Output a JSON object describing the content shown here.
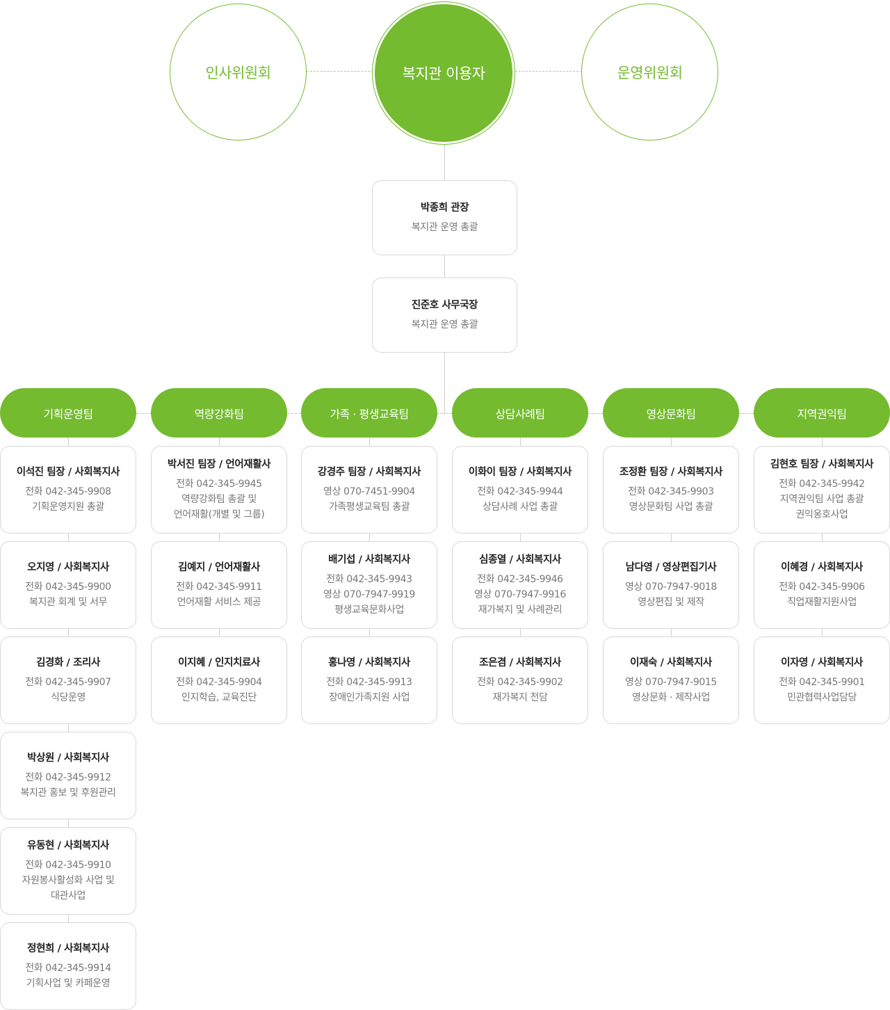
{
  "top": {
    "left_circle": "인사위원회",
    "center_circle": "복지관 이용자",
    "right_circle": "운영위원회"
  },
  "director": {
    "name": "박종희 관장",
    "role": "복지관 운영 총괄"
  },
  "secretary": {
    "name": "진준호 사무국장",
    "role": "복지관 운영 총괄"
  },
  "colors": {
    "accent": "#74bb2f",
    "border": "#d7d7d7"
  },
  "teams": [
    {
      "name": "기획운영팀",
      "members": [
        {
          "name": "이석진 팀장 / 사회복지사",
          "lines": [
            "전화 042-345-9908",
            "기획운영지원 총괄"
          ]
        },
        {
          "name": "오지영 / 사회복지사",
          "lines": [
            "전화 042-345-9900",
            "복지관 회계 및 서무"
          ]
        },
        {
          "name": "김경화 / 조리사",
          "lines": [
            "전화 042-345-9907",
            "식당운영"
          ]
        },
        {
          "name": "박상원 / 사회복지사",
          "lines": [
            "전화 042-345-9912",
            "복지관 홍보 및 후원관리"
          ]
        },
        {
          "name": "유동현 / 사회복지사",
          "lines": [
            "전화 042-345-9910",
            "자원봉사활성화 사업 및",
            "대관사업"
          ]
        },
        {
          "name": "정현희 / 사회복지사",
          "lines": [
            "전화 042-345-9914",
            "기획사업 및 카페운영"
          ]
        }
      ]
    },
    {
      "name": "역량강화팀",
      "members": [
        {
          "name": "박서진 팀장 / 언어재활사",
          "lines": [
            "전화 042-345-9945",
            "역량강화팀 총괄 및",
            "언어재활(개별 및 그룹)"
          ]
        },
        {
          "name": "김예지 / 언어재활사",
          "lines": [
            "전화 042-345-9911",
            "언어재활 서비스 제공"
          ]
        },
        {
          "name": "이지혜 / 인지치료사",
          "lines": [
            "전화 042-345-9904",
            "인지학습, 교육진단"
          ]
        }
      ]
    },
    {
      "name": "가족 · 평생교육팀",
      "members": [
        {
          "name": "강경주 팀장 / 사회복지사",
          "lines": [
            "영상 070-7451-9904",
            "가족평생교육팀 총괄"
          ]
        },
        {
          "name": "배기섭 / 사회복지사",
          "lines": [
            "전화 042-345-9943",
            "영상 070-7947-9919",
            "평생교육문화사업"
          ]
        },
        {
          "name": "홍나영 / 사회복지사",
          "lines": [
            "전화 042-345-9913",
            "장애인가족지원 사업"
          ]
        }
      ]
    },
    {
      "name": "상담사례팀",
      "members": [
        {
          "name": "이화이 팀장 / 사회복지사",
          "lines": [
            "전화 042-345-9944",
            "상담사례 사업 총괄"
          ]
        },
        {
          "name": "심종열 / 사회복지사",
          "lines": [
            "전화 042-345-9946",
            "영상 070-7947-9916",
            "재가복지 및 사례관리"
          ]
        },
        {
          "name": "조은겸 / 사회복지사",
          "lines": [
            "전화 042-345-9902",
            "재가복지 전담"
          ]
        }
      ]
    },
    {
      "name": "영상문화팀",
      "members": [
        {
          "name": "조정환 팀장 / 사회복지사",
          "lines": [
            "전화 042-345-9903",
            "영상문화팀 사업 총괄"
          ]
        },
        {
          "name": "남다영 / 영상편집기사",
          "lines": [
            "영상 070-7947-9018",
            "영상편집 및 제작"
          ]
        },
        {
          "name": "이재숙 / 사회복지사",
          "lines": [
            "영상 070-7947-9015",
            "영상문화 · 제작사업"
          ]
        }
      ]
    },
    {
      "name": "지역권익팀",
      "members": [
        {
          "name": "김현호 팀장 / 사회복지사",
          "lines": [
            "전화 042-345-9942",
            "지역권익팀 사업 총괄",
            "권익옹호사업"
          ]
        },
        {
          "name": "이혜경 / 사회복지사",
          "lines": [
            "전화 042-345-9906",
            "직업재활지원사업"
          ]
        },
        {
          "name": "이자영 / 사회복지사",
          "lines": [
            "전화 042-345-9901",
            "민관협력사업담당"
          ]
        }
      ]
    }
  ]
}
